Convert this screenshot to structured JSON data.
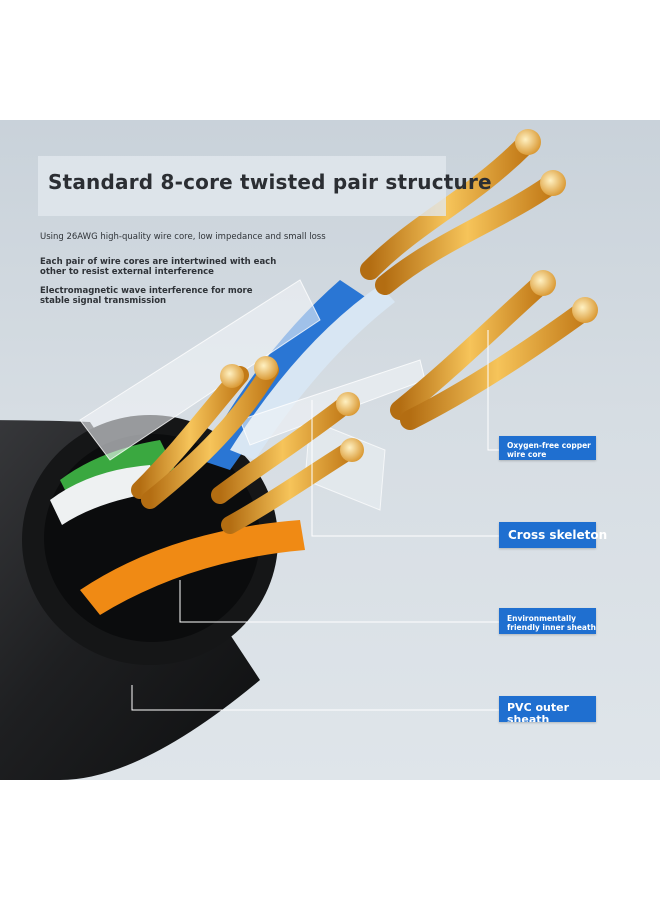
{
  "title": "Standard 8-core twisted pair structure",
  "features": [
    "Using 26AWG high-quality wire core, low impedance and small loss",
    "Each pair of wire cores are intertwined with each other to resist external interference",
    "Electromagnetic wave interference for more stable signal transmission"
  ],
  "labels": [
    "Oxygen-free copper wire core",
    "Cross skeleton",
    "Environmentally friendly inner sheath",
    "PVC outer sheath"
  ],
  "colors": {
    "background": "#d3dae1",
    "label_blue": "#1f6fd0",
    "copper": "#e8a73a",
    "jacket": "#1e1f21",
    "orange_wire": "#f08a14",
    "blue_wire": "#2a76d4",
    "green_wire": "#3aa840"
  }
}
